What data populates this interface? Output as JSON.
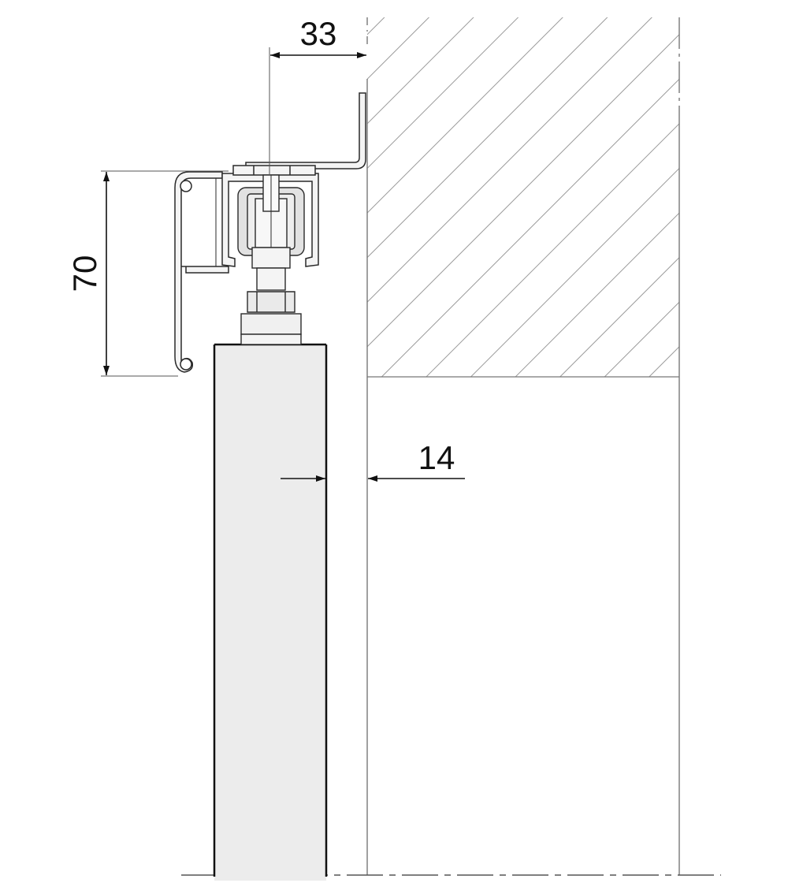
{
  "dimensions": {
    "offset_top": "33",
    "height_profile": "70",
    "gap_door_wall": "14"
  },
  "colors": {
    "line": "#2a2a2a",
    "thin_line": "#777777",
    "hatch": "#9a9a9a",
    "door_fill": "#ececec",
    "profile_fill": "#f4f4f4",
    "roller_fill": "#e2e2e2"
  }
}
